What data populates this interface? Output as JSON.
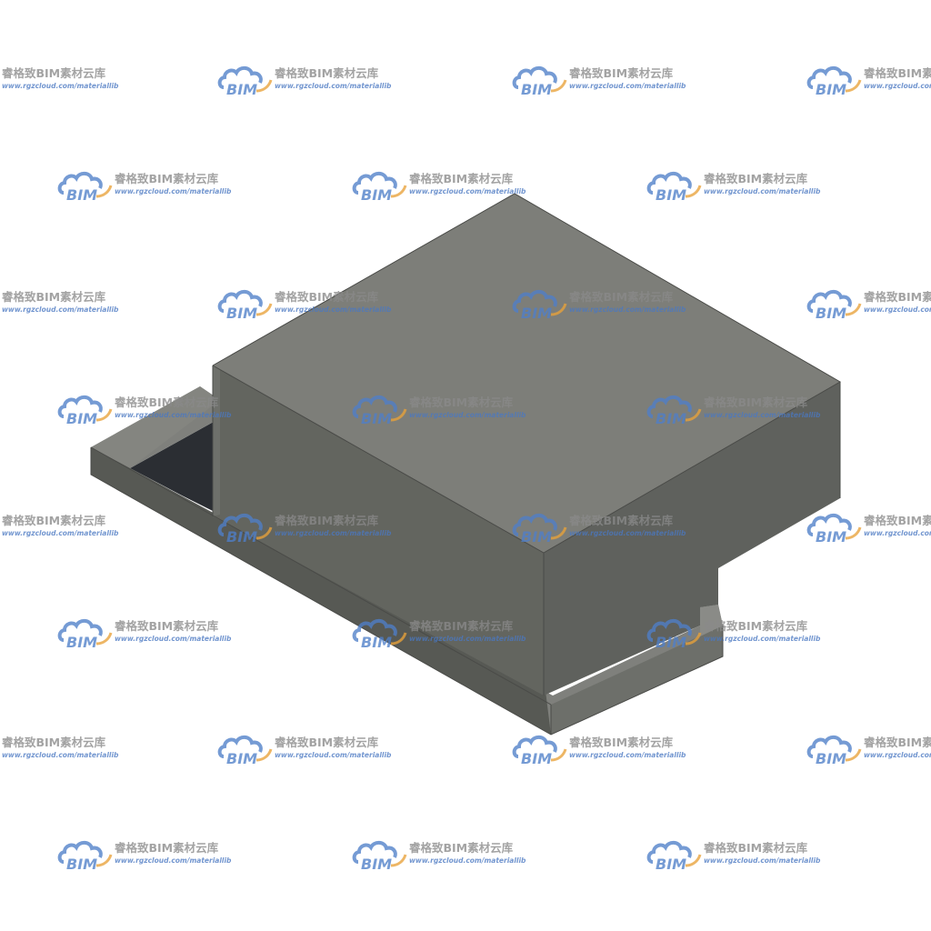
{
  "scene": {
    "subject": "gray open box",
    "colors": {
      "background": "#ffffff",
      "top_face": "#7d7e79",
      "front_face": "#63655f",
      "left_face": "#6e706b",
      "right_face": "#5f615d",
      "ledge_top": "#7f807c",
      "ledge_front": "#575954",
      "cavity": "#2b2e33",
      "edge": "#4a4b48"
    }
  },
  "watermark": {
    "logo_text": "BIM",
    "title": "睿格致BIM素材云库",
    "url": "www.rgzcloud.com/materiallib",
    "colors": {
      "cloud_blue": "#4f7fc9",
      "swoosh_orange": "#e9a23a",
      "title_gray": "#8a8a8a",
      "url_blue": "#4a78c2"
    }
  }
}
